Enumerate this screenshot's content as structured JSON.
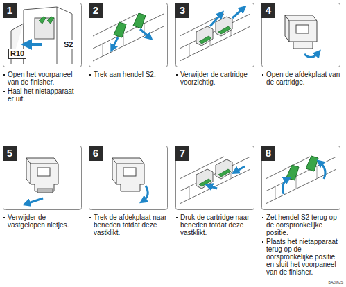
{
  "diagram": {
    "labels": [
      "1",
      "R10",
      "S2",
      "Open het voorpaneel van de finisher.",
      "Haal het nietapparaat er uit.",
      "2",
      "Trek aan hendel S2.",
      "3",
      "Verwijder de cartridge voorzichtig.",
      "4",
      "Open de afdekplaat van de cartridge.",
      "5",
      "Verwijder de vastgelopen nietjes.",
      "6",
      "Trek de afdekplaat naar beneden totdat deze vastklikt.",
      "7",
      "Druk de cartridge naar beneden totdat deze vastklikt.",
      "8",
      "Zet hendel S2 terug op de oorspronkelijke positie.",
      "Plaats het nietapparaat terug op de oorspronkelijke positie en sluit het voorpaneel van de finisher.",
      "BAZ062S"
    ]
  }
}
